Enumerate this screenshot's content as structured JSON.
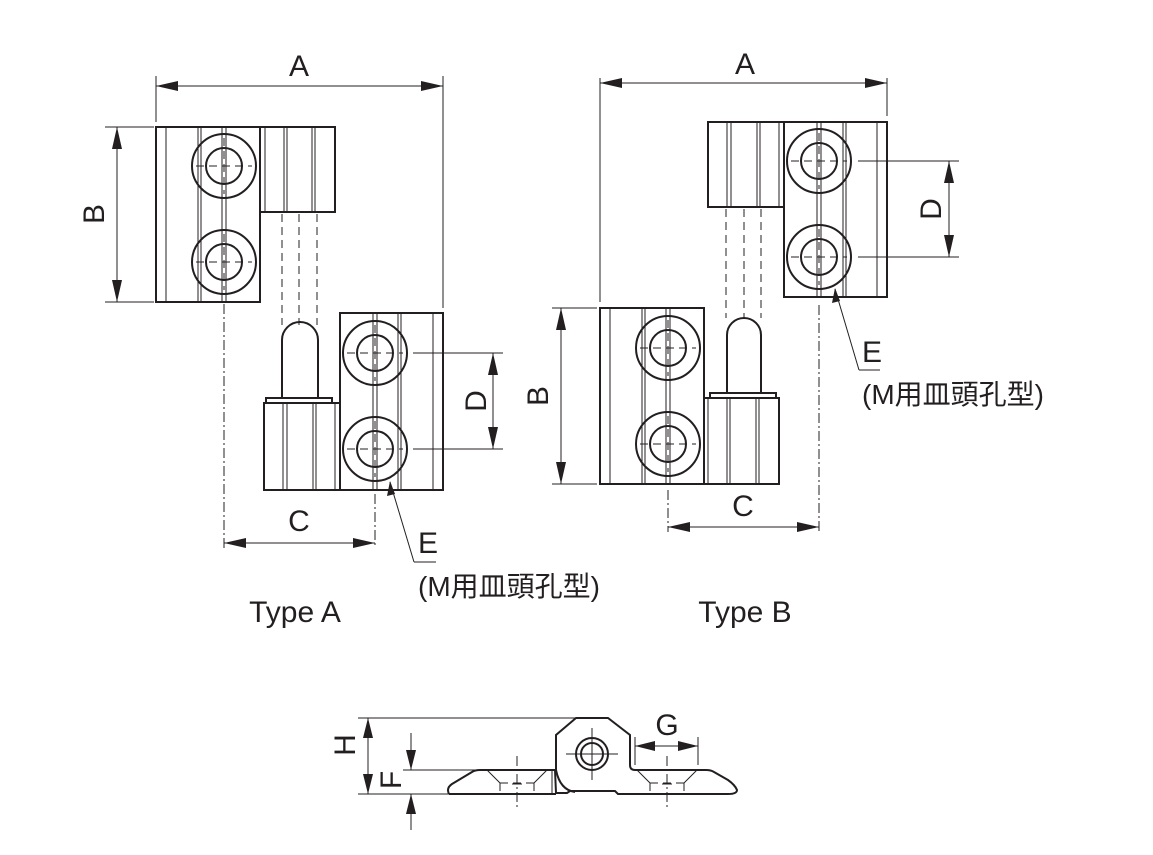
{
  "drawing": {
    "colors": {
      "line": "#231f20",
      "background": "#ffffff"
    },
    "type_a": {
      "title": "Type A",
      "dim_a": "A",
      "dim_b": "B",
      "dim_c": "C",
      "dim_d": "D",
      "dim_e": "E",
      "e_note": "(M用皿頭孔型)"
    },
    "type_b": {
      "title": "Type B",
      "dim_a": "A",
      "dim_b": "B",
      "dim_c": "C",
      "dim_d": "D",
      "dim_e": "E",
      "e_note": "(M用皿頭孔型)"
    },
    "side_view": {
      "dim_f": "F",
      "dim_g": "G",
      "dim_h": "H"
    }
  }
}
